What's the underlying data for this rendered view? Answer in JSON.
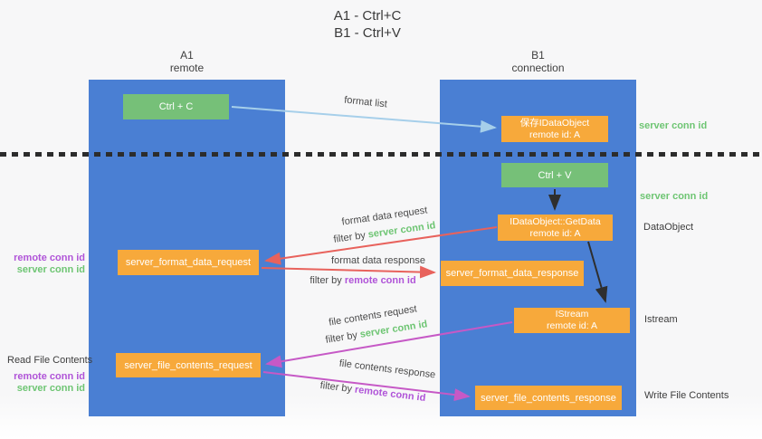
{
  "title": {
    "line1": "A1 - Ctrl+C",
    "line2": "B1 - Ctrl+V"
  },
  "lanes": {
    "left": {
      "name": "A1",
      "subtitle": "remote"
    },
    "right": {
      "name": "B1",
      "subtitle": "connection"
    }
  },
  "nodes": {
    "ctrl_c": "Ctrl + C",
    "ctrl_v": "Ctrl + V",
    "save_dataobject": {
      "line1": "保存IDataObject",
      "line2": "remote id: A"
    },
    "getdata": {
      "line1": "IDataObject::GetData",
      "line2": "remote id: A"
    },
    "istream": {
      "line1": "IStream",
      "line2": "remote id: A"
    },
    "format_request": "server_format_data_request",
    "format_response": "server_format_data_response",
    "file_request": "server_file_contents_request",
    "file_response": "server_file_contents_response"
  },
  "labels": {
    "format_list": "format list",
    "format_data_request": "format data request",
    "format_data_response": "format data response",
    "file_contents_request": "file contents request",
    "file_contents_response": "file contents response",
    "filter_by": "filter by ",
    "server_conn_id": "server conn id",
    "remote_conn_id": "remote conn id",
    "dataobject": "DataObject",
    "istream_side": "Istream",
    "read_file_contents": "Read File Contents",
    "write_file_contents": "Write File Contents"
  },
  "colors": {
    "lane-blue": "#4a7fd3",
    "node-green": "#76c078",
    "node-orange": "#f7a93b",
    "arrow-red": "#e8625c",
    "arrow-magenta": "#c659c6",
    "arrow-lightblue": "#a6cfea",
    "arrow-black": "#2e2e2e",
    "text-green": "#6ec573",
    "text-purple": "#b054d8",
    "text-dark": "#3d3d3d"
  }
}
